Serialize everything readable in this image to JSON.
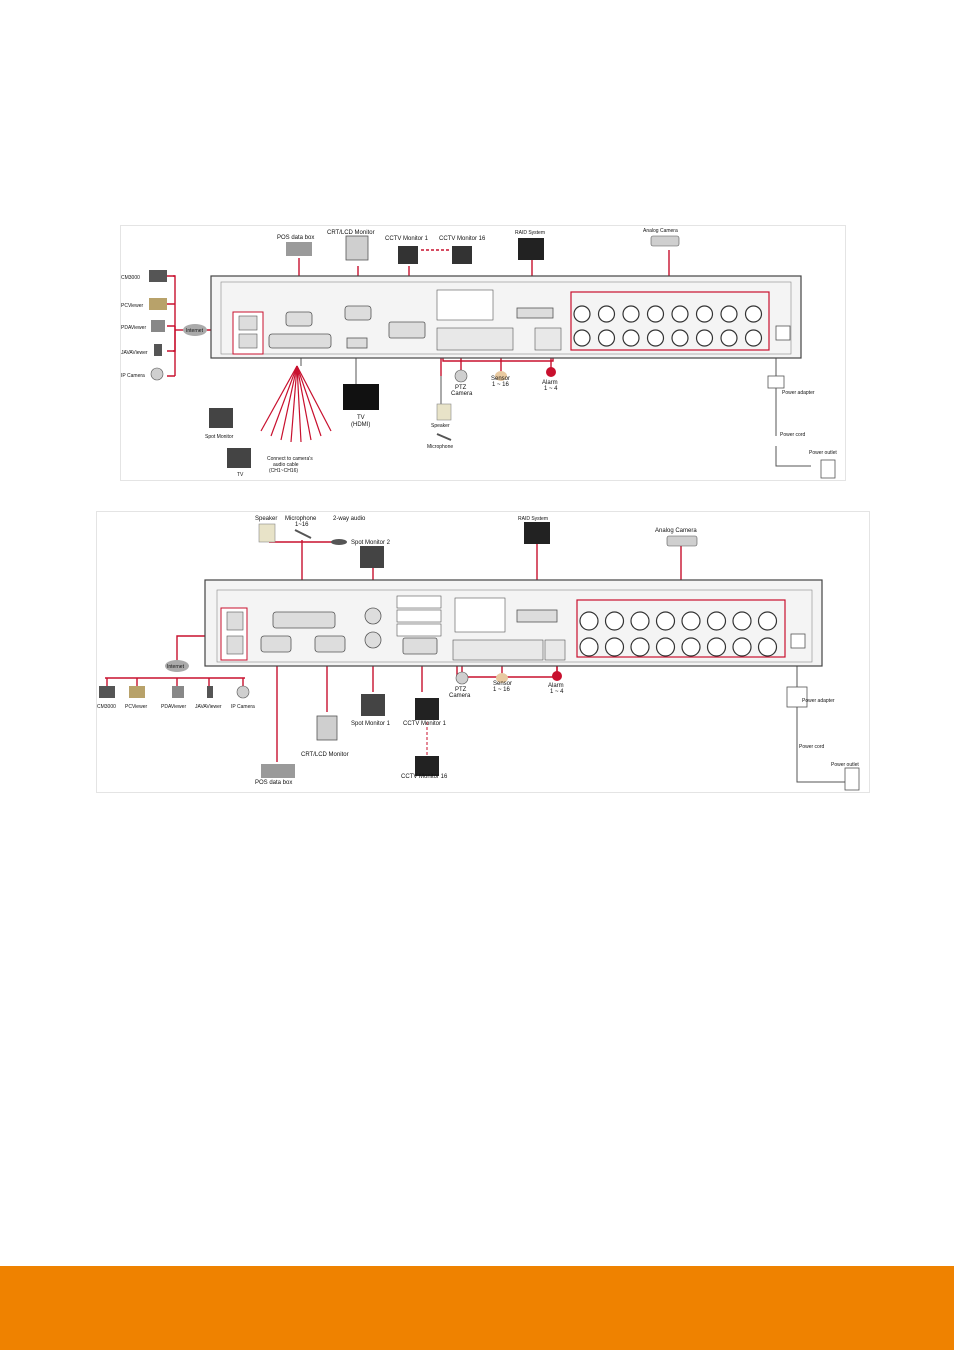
{
  "colors": {
    "accent_bar": "#ef8200",
    "cable": "#c8102e",
    "panel_outline": "#444444",
    "panel_fill": "#f4f4f4"
  },
  "diagram1": {
    "pos_data_box": "POS data box",
    "crt_lcd_monitor": "CRT/LCD Monitor",
    "cctv_monitor_1": "CCTV Monitor 1",
    "cctv_monitor_16": "CCTV Monitor 16",
    "raid_system": "RAID System",
    "analog_camera": "Analog Camera",
    "cm3000": "CM3000",
    "pcviewer": "PCViewer",
    "pdaviewer": "PDAViewer",
    "javaviewer": "JAVAViewer",
    "ip_camera": "IP Camera",
    "internet": "Internet",
    "tv_hdmi_1": "TV",
    "tv_hdmi_2": "(HDMI)",
    "ptz_1": "PTZ",
    "ptz_2": "Camera",
    "sensor_1": "Sensor",
    "sensor_2": "1 ~ 16",
    "alarm_1": "Alarm",
    "alarm_2": "1 ~ 4",
    "power_adapter": "Power adapter",
    "power_cord": "Power cord",
    "power_outlet": "Power outlet",
    "speaker": "Speaker",
    "microphone": "Microphone",
    "spot_monitor": "Spot Monitor",
    "tv": "TV",
    "audio_note_1": "Connect to camera's",
    "audio_note_2": "audio cable",
    "audio_note_3": "(CH1~CH16)"
  },
  "diagram2": {
    "speaker": "Speaker",
    "microphone_1": "Microphone",
    "microphone_2": "1~16",
    "two_way_audio": "2-way audio",
    "spot_monitor_2": "Spot Monitor 2",
    "raid_system": "RAID System",
    "analog_camera": "Analog Camera",
    "internet": "Internet",
    "cm3000": "CM3000",
    "pcviewer": "PCViewer",
    "pdaviewer": "PDAViewer",
    "javaviewer": "JAVAViewer",
    "ip_camera": "IP Camera",
    "spot_monitor_1": "Spot Monitor 1",
    "cctv_monitor_1": "CCTV Monitor 1",
    "cctv_monitor_16": "CCTV Monitor 16",
    "crt_lcd_monitor": "CRT/LCD Monitor",
    "pos_data_box": "POS data box",
    "ptz_1": "PTZ",
    "ptz_2": "Camera",
    "sensor_1": "Sensor",
    "sensor_2": "1 ~ 16",
    "alarm_1": "Alarm",
    "alarm_2": "1 ~ 4",
    "power_adapter": "Power adapter",
    "power_cord": "Power cord",
    "power_outlet": "Power outlet"
  }
}
